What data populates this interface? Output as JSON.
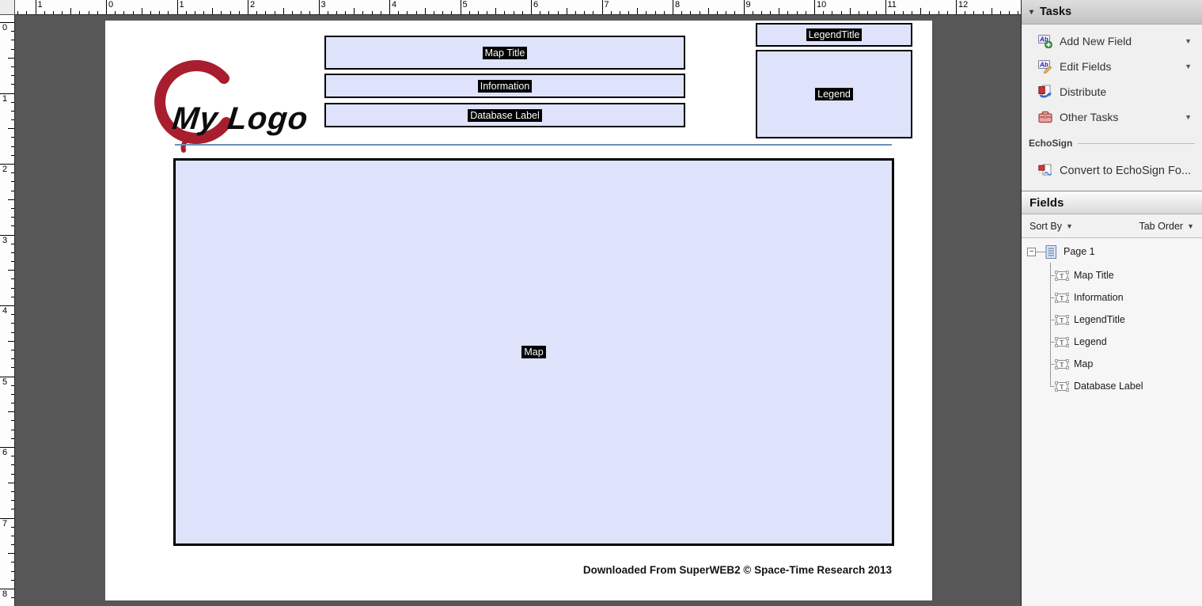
{
  "canvas": {
    "logo_text": "My Logo",
    "fields": {
      "map_title": {
        "label": "Map Title"
      },
      "information": {
        "label": "Information"
      },
      "database_label": {
        "label": "Database Label"
      },
      "legend_title": {
        "label": "LegendTitle"
      },
      "legend": {
        "label": "Legend"
      },
      "map": {
        "label": "Map"
      }
    },
    "footer_text": "Downloaded From SuperWEB2 © Space-Time Research 2013"
  },
  "rulers": {
    "horizontal_labels": [
      "1",
      "0",
      "1",
      "2",
      "3",
      "4",
      "5",
      "6",
      "7",
      "8",
      "9",
      "10",
      "11",
      "12"
    ],
    "vertical_labels": [
      "0",
      "1",
      "2",
      "3",
      "4",
      "5",
      "6",
      "7",
      "8"
    ]
  },
  "tasks_panel": {
    "title": "Tasks",
    "items": [
      {
        "label": "Add New Field",
        "icon": "add-new-field-icon",
        "has_dropdown": true
      },
      {
        "label": "Edit Fields",
        "icon": "edit-fields-icon",
        "has_dropdown": true
      },
      {
        "label": "Distribute",
        "icon": "distribute-icon",
        "has_dropdown": false
      },
      {
        "label": "Other Tasks",
        "icon": "other-tasks-icon",
        "has_dropdown": true
      }
    ],
    "echosign_section_label": "EchoSign",
    "echosign_item": {
      "label": "Convert to EchoSign Fo...",
      "icon": "echosign-convert-icon"
    }
  },
  "fields_panel": {
    "title": "Fields",
    "sort_by_label": "Sort By",
    "tab_order_label": "Tab Order",
    "tree": {
      "root": "Page 1",
      "children": [
        "Map Title",
        "Information",
        "LegendTitle",
        "Legend",
        "Map",
        "Database Label"
      ]
    }
  },
  "colors": {
    "workspace": "#575757",
    "field_fill": "#dee3fb",
    "field_border": "#000000",
    "logo_red": "#a81e2e",
    "header_rule_blue": "#6b8fb9"
  }
}
